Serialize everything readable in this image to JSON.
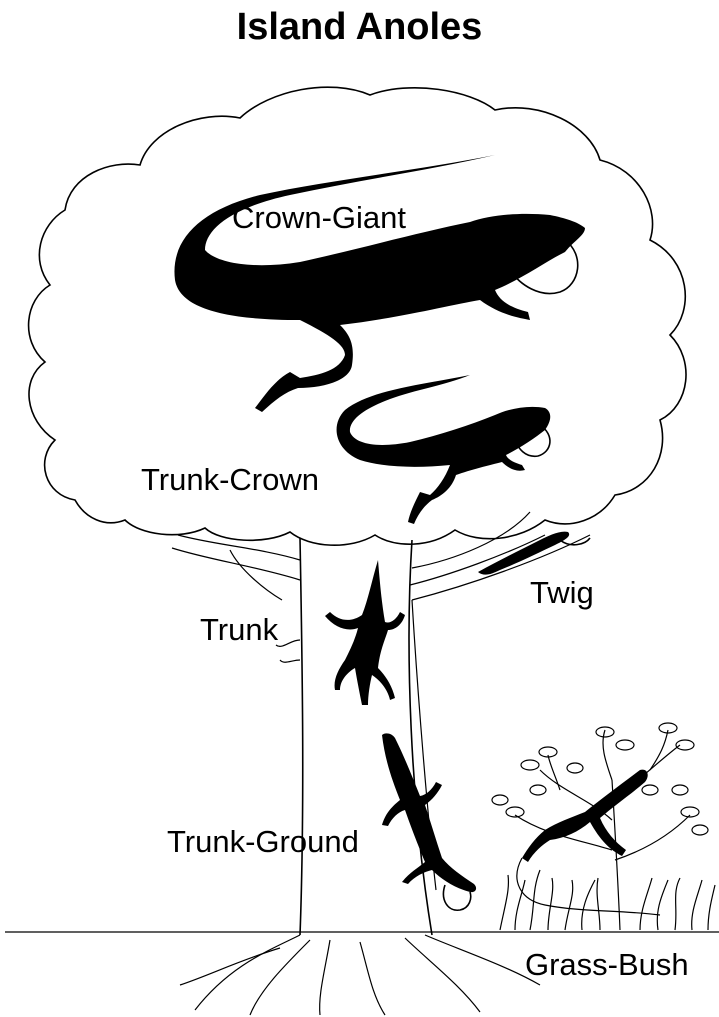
{
  "title": "Island Anoles",
  "ecomorphs": [
    {
      "id": "crown-giant",
      "label": "Crown-Giant"
    },
    {
      "id": "trunk-crown",
      "label": "Trunk-Crown"
    },
    {
      "id": "trunk",
      "label": "Trunk"
    },
    {
      "id": "twig",
      "label": "Twig"
    },
    {
      "id": "trunk-ground",
      "label": "Trunk-Ground"
    },
    {
      "id": "grass-bush",
      "label": "Grass-Bush"
    }
  ]
}
